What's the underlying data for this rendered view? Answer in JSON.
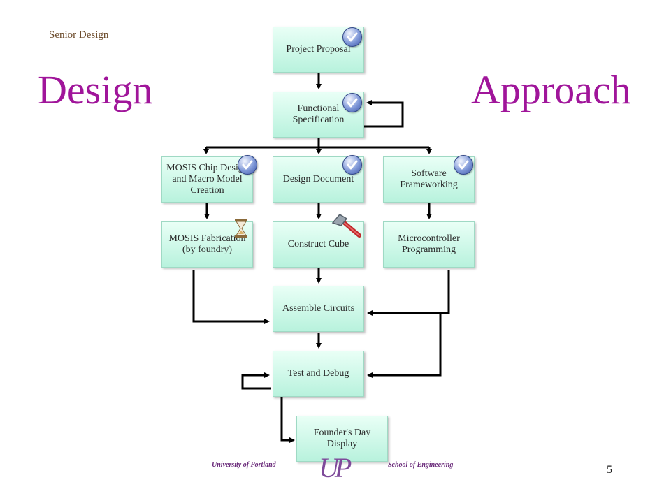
{
  "header": {
    "course_label": "Senior Design"
  },
  "title": {
    "left_word": "Design",
    "right_word": "Approach"
  },
  "flowchart": {
    "nodes": {
      "project_proposal": "Project Proposal",
      "functional_spec": "Functional Specification",
      "mosis_chip": "MOSIS Chip Design and Macro Model Creation",
      "design_document": "Design Document",
      "software_frameworking": "Software Frameworking",
      "mosis_fabrication": "MOSIS Fabrication (by foundry)",
      "construct_cube": "Construct Cube",
      "microcontroller_programming": "Microcontroller Programming",
      "assemble_circuits": "Assemble Circuits",
      "test_and_debug": "Test and Debug",
      "founders_day_display": "Founder's Day Display"
    },
    "status_icons": {
      "project_proposal": "checkmark-icon",
      "functional_spec": "checkmark-icon",
      "mosis_chip": "checkmark-icon",
      "design_document": "checkmark-icon",
      "software_frameworking": "checkmark-icon",
      "mosis_fabrication": "hourglass-icon",
      "construct_cube": "hammer-icon"
    }
  },
  "footer": {
    "left_text": "University of Portland",
    "right_text": "School of Engineering",
    "logo": "UP",
    "page_number": "5"
  },
  "colors": {
    "title": "#a0159a",
    "box_fill_top": "#e9fff6",
    "box_fill_bottom": "#b8f2dd",
    "logo": "#7e4a9a"
  }
}
